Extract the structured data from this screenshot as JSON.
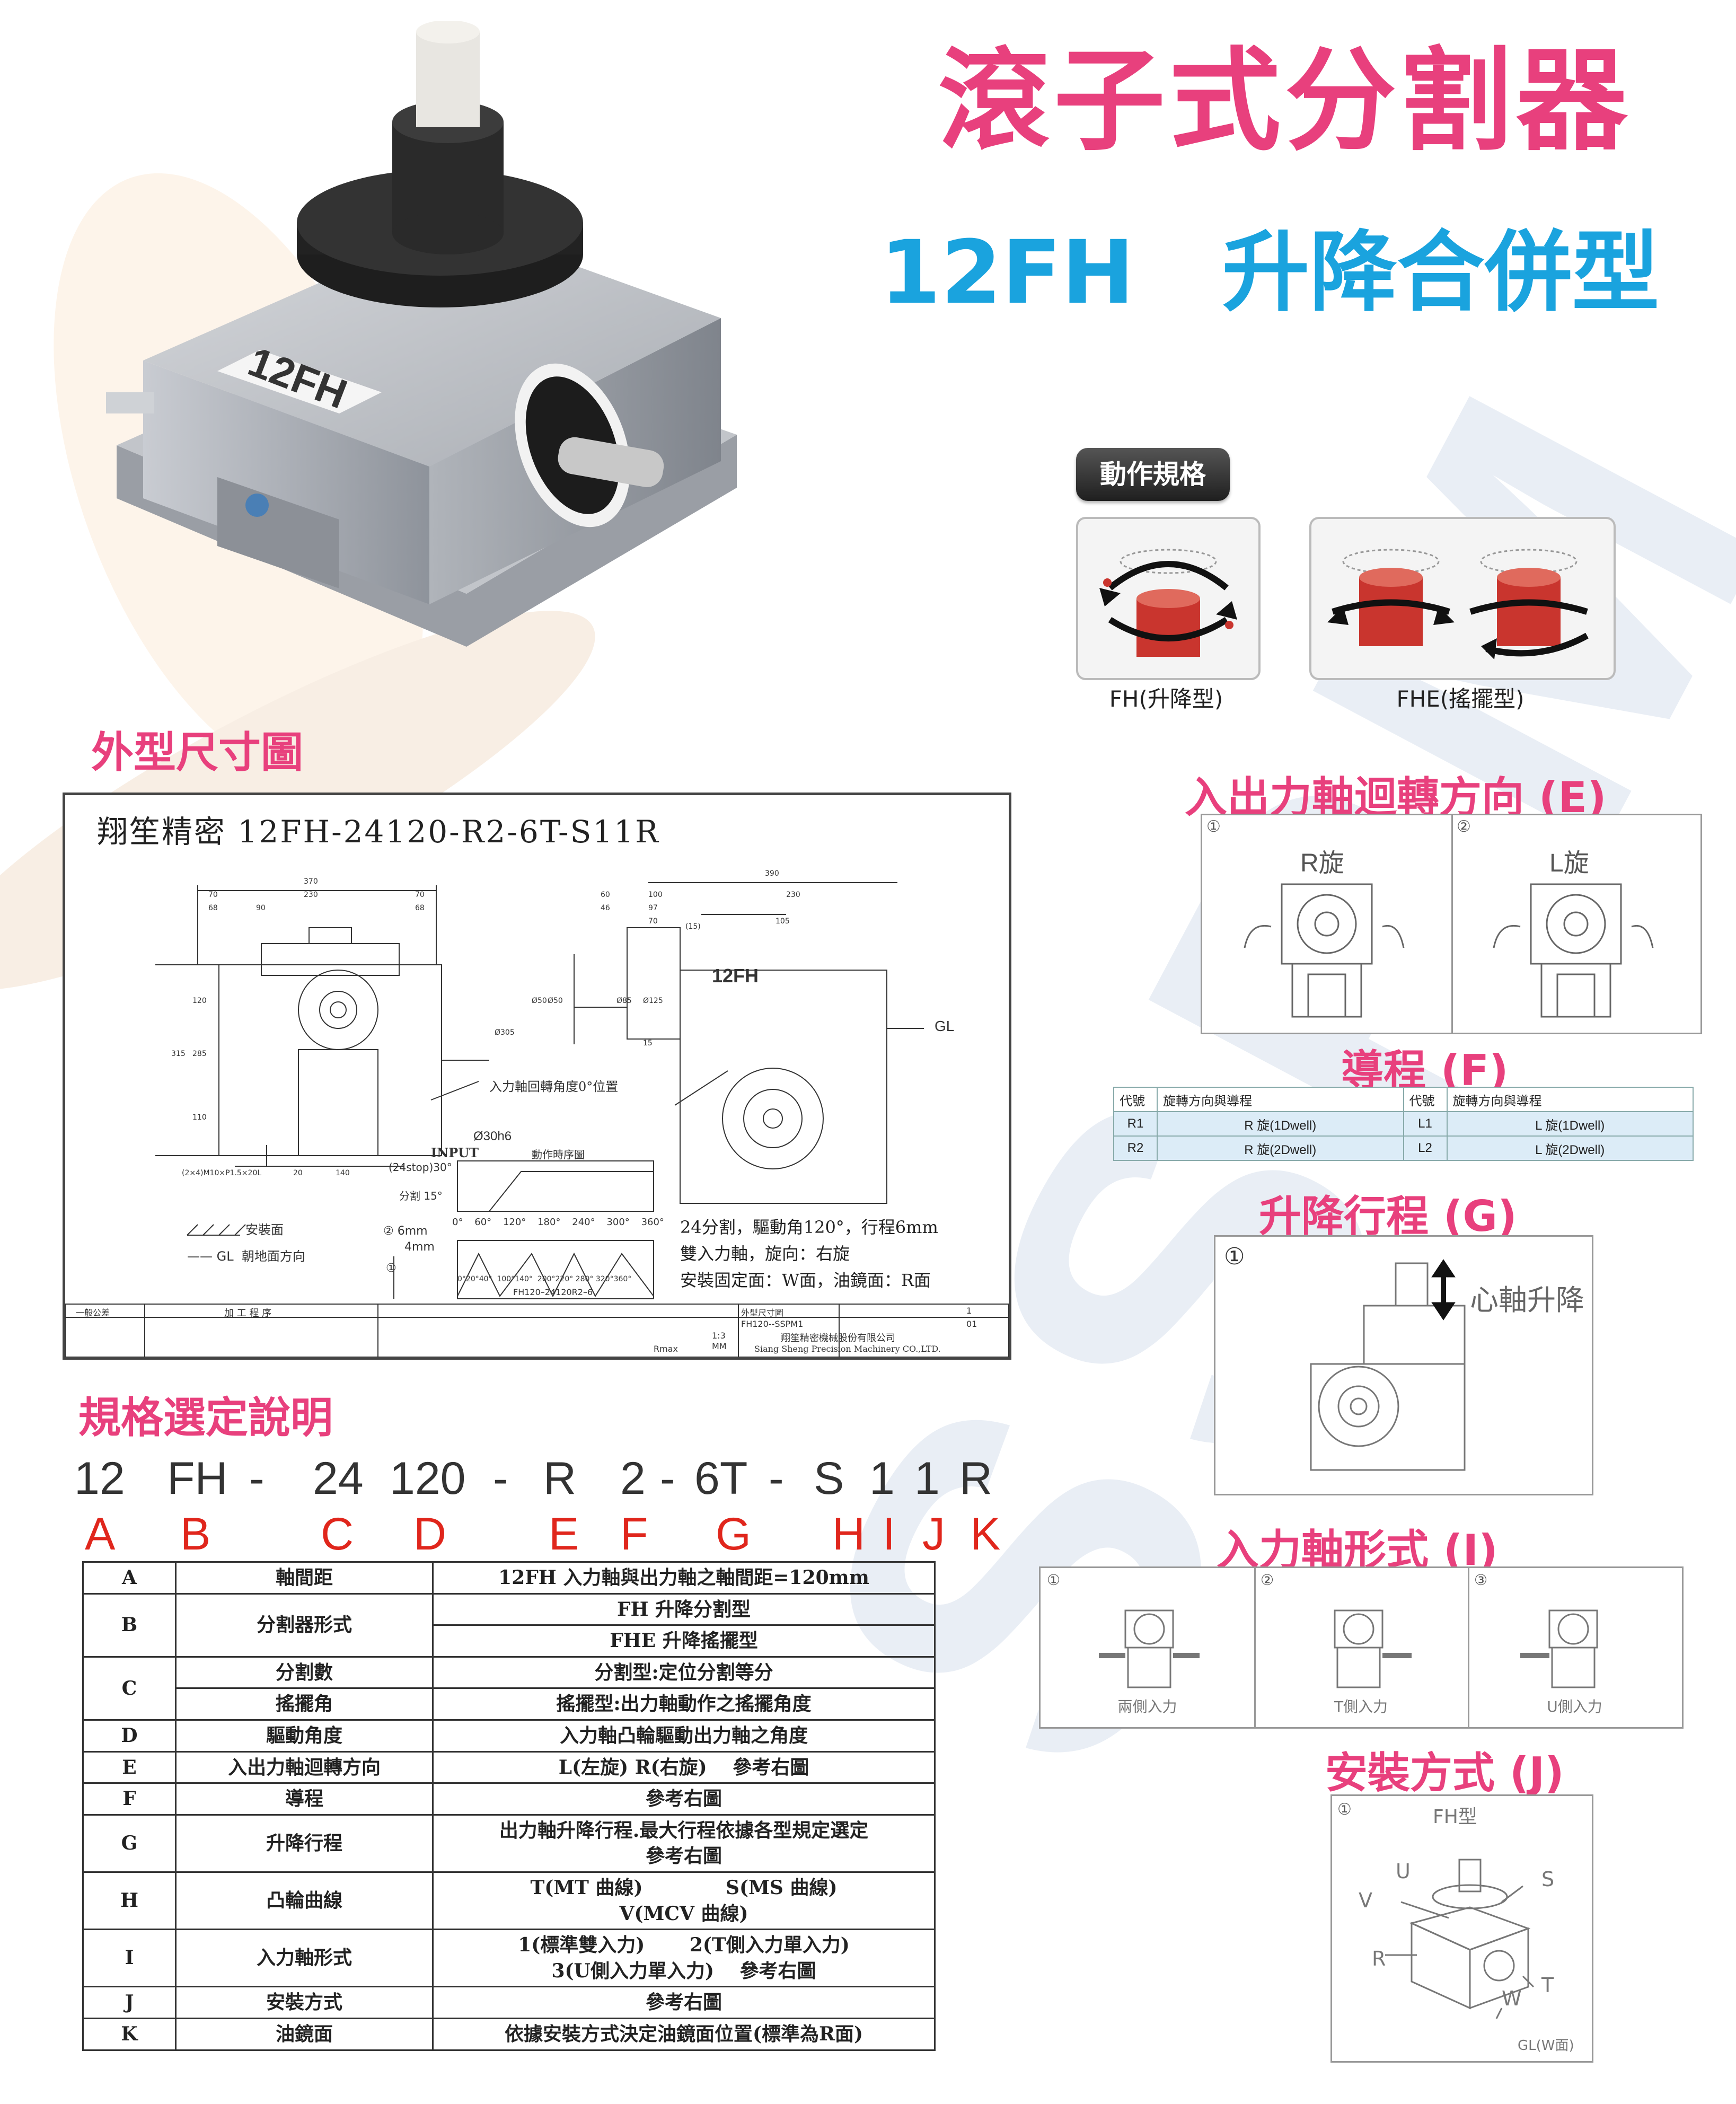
{
  "header": {
    "title": "滾子式分割器",
    "subtitle": "12FH　升降合併型"
  },
  "product": {
    "plate_text": "12FH"
  },
  "sections": {
    "dimension_drawing": "外型尺寸圖",
    "spec_selection": "規格選定說明",
    "rotation": "入出力軸迴轉方向 (E)",
    "lead": "導程 (F)",
    "lift_stroke": "升降行程 (G)",
    "input_shaft": "入力軸形式 (I)",
    "mounting": "安裝方式 (J)"
  },
  "motion_spec": {
    "label": "動作規格",
    "options": [
      {
        "caption": "FH(升降型)"
      },
      {
        "caption": "FHE(搖擺型)"
      }
    ]
  },
  "drawing": {
    "title": "翔笙精密  12FH-24120-R2-6T-S11R",
    "model_plate": "12FH",
    "gl": "GL",
    "note_zero": "入力軸回轉角度0°位置",
    "note_install": "安裝面",
    "note_gl": "—— GL  朝地面方向",
    "input_label": "INPUT",
    "timing_label": "動作時序圖",
    "stop": "(24stop)30°",
    "index": "分割  15°",
    "stroke_6": "② 6mm",
    "stroke_4": "4mm",
    "circled_1": "①",
    "angles_top": [
      "0°",
      "60°",
      "120°",
      "180°",
      "240°",
      "300°",
      "360°"
    ],
    "angles_bottom": "0°20°40°  100°140°  200°220° 280° 320°360°",
    "drawing_no": "FH120–24120R2–6",
    "shaft": "Ø30h6",
    "spec_lines": [
      "24分割，驅動角120°，行程6mm",
      "雙入力軸，旋向：右旋",
      "安裝固定面：W面，油鏡面：R面"
    ],
    "company_cn": "翔笙精密機械股份有限公司",
    "company_en": "Siang Sheng Precision Machinery CO.,LTD.",
    "part_no": "FH120--SSPM1",
    "part_name": "外型尺寸圖",
    "scale": "1:3",
    "unit": "MM",
    "qty": "1",
    "ver": "01",
    "process": "加  工  程  序",
    "general_tol": "一般公差",
    "rmax": "Rmax",
    "dims_front": [
      "370",
      "70",
      "230",
      "70",
      "68",
      "90",
      "68",
      "315",
      "285",
      "120",
      "110",
      "140",
      "20",
      "(2×4)M10×P1.5×20L"
    ],
    "dims_side": [
      "390",
      "60",
      "100",
      "230",
      "46",
      "97",
      "70",
      "(15)",
      "105",
      "Ø125",
      "15",
      "Ø305",
      "Ø50",
      "Ø50",
      "Ø85"
    ]
  },
  "rotation": {
    "r_label": "R旋",
    "l_label": "L旋",
    "n1": "①",
    "n2": "②"
  },
  "lead_table": {
    "headers": [
      "代號",
      "旋轉方向與導程",
      "代號",
      "旋轉方向與導程"
    ],
    "rows": [
      [
        "R1",
        "R 旋(1Dwell)",
        "L1",
        "L 旋(1Dwell)"
      ],
      [
        "R2",
        "R 旋(2Dwell)",
        "L2",
        "L 旋(2Dwell)"
      ]
    ]
  },
  "lift": {
    "n1": "①",
    "label": "心軸升降"
  },
  "input_shaft": {
    "items": [
      {
        "n": "①",
        "label": "兩側入力"
      },
      {
        "n": "②",
        "label": "T側入力"
      },
      {
        "n": "③",
        "label": "U側入力"
      }
    ]
  },
  "mounting": {
    "n1": "①",
    "type": "FH型",
    "faces": [
      "U",
      "S",
      "V",
      "R",
      "T",
      "W"
    ],
    "gl": "GL(W面)"
  },
  "code": {
    "parts": [
      "12",
      "FH",
      "-",
      "24",
      "120",
      "-",
      "R",
      "2",
      "-",
      "6T",
      "-",
      "S",
      "1",
      "1",
      "R"
    ],
    "letters": [
      "A",
      "B",
      "C",
      "D",
      "E",
      "F",
      "G",
      "H",
      "I",
      "J",
      "K"
    ]
  },
  "spec_table": {
    "rows": [
      {
        "key": "A",
        "name": "軸間距",
        "desc": "12FH 入力軸與出力軸之軸間距=120mm"
      },
      {
        "key": "B",
        "name": "分割器形式",
        "desc": "FH 升降分割型",
        "desc2": "FHE 升降搖擺型"
      },
      {
        "key": "C",
        "name": "分割數",
        "desc": "分割型:定位分割等分",
        "name2": "搖擺角",
        "desc2": "搖擺型:出力軸動作之搖擺角度"
      },
      {
        "key": "D",
        "name": "驅動角度",
        "desc": "入力軸凸輪驅動出力軸之角度"
      },
      {
        "key": "E",
        "name": "入出力軸迴轉方向",
        "desc": "L(左旋) R(右旋)　 參考右圖"
      },
      {
        "key": "F",
        "name": "導程",
        "desc": "參考右圖"
      },
      {
        "key": "G",
        "name": "升降行程",
        "desc": "出力軸升降行程.最大行程依據各型規定選定",
        "desc2": "參考右圖"
      },
      {
        "key": "H",
        "name": "凸輪曲線",
        "desc": "T(MT 曲線)　　　　 S(MS 曲線)",
        "desc2": "V(MCV 曲線)"
      },
      {
        "key": "I",
        "name": "入力軸形式",
        "desc": "1(標準雙入力)　　 2(T側入力單入力)",
        "desc2": "3(U側入力單入力)　 參考右圖"
      },
      {
        "key": "J",
        "name": "安裝方式",
        "desc": "參考右圖"
      },
      {
        "key": "K",
        "name": "油鏡面",
        "desc": "依據安裝方式決定油鏡面位置(標準為R面)"
      }
    ]
  },
  "watermark": "SSPM",
  "colors": {
    "pink": "#e8407d",
    "blue": "#1aa3de",
    "red": "#e0261c"
  }
}
